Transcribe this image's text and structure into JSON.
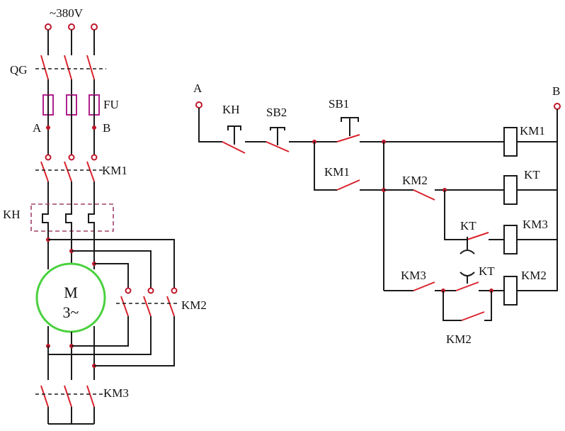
{
  "main_circuit": {
    "supply_label": "~380V",
    "qg_label": "QG",
    "fu_label": "FU",
    "point_a_label": "A",
    "point_b_label": "B",
    "km1_label": "KM1",
    "kh_label": "KH",
    "motor_symbol": "M",
    "motor_phase": "3~",
    "km2_label": "KM2",
    "km3_label": "KM3"
  },
  "control_circuit": {
    "terminal_a_label": "A",
    "terminal_b_label": "B",
    "kh_contact_label": "KH",
    "sb2_label": "SB2",
    "sb1_label": "SB1",
    "km1_aux_label": "KM1",
    "km2_nc_label": "KM2",
    "kt_nc_label": "KT",
    "km3_nc_label": "KM3",
    "kt_no_label": "KT",
    "km2_aux_label": "KM2",
    "coil_km1_label": "KM1",
    "coil_kt_label": "KT",
    "coil_km3_label": "KM3",
    "coil_km2_label": "KM2"
  },
  "colors": {
    "wire": "#1a1a1a",
    "contact": "#d9232d",
    "fuse": "#b0208c",
    "motor_outline": "#4ad13f",
    "terminal": "#c0172a"
  }
}
